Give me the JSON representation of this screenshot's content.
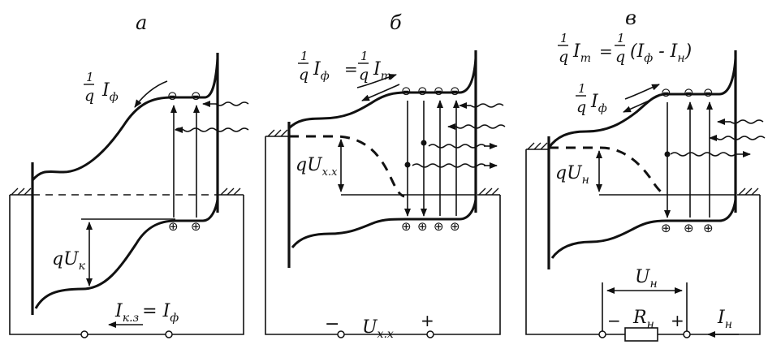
{
  "panels": [
    {
      "letter": "а",
      "photocurrent": {
        "prefix": "1",
        "q": "q",
        "text": "I",
        "sub": "ф"
      },
      "barrier": {
        "text": "qU",
        "sub": "к"
      },
      "circuit": {
        "text": "I",
        "sub": "к.з",
        "eq": "= I",
        "sub2": "ф"
      }
    },
    {
      "letter": "б",
      "top": {
        "a": "1",
        "q1": "q",
        "i1": "I",
        "s1": "ф",
        "eq": "=",
        "b": "1",
        "q2": "q",
        "i2": "I",
        "s2": "т"
      },
      "barrier": {
        "text": "qU",
        "sub": "х.х"
      },
      "circuit": {
        "minus": "−",
        "u": "U",
        "sub": "х.х",
        "plus": "+"
      }
    },
    {
      "letter": "в",
      "top": {
        "a": "1",
        "q1": "q",
        "i1": "I",
        "s1": "т",
        "eq": "=",
        "b": "1",
        "q2": "q",
        "expr": "(I",
        "s2": "ф",
        "minus": " - I",
        "s3": "н",
        "close": ")"
      },
      "photocurrent": {
        "a": "1",
        "q": "q",
        "i": "I",
        "s": "ф"
      },
      "barrier": {
        "text": "qU",
        "sub": "н"
      },
      "load": {
        "u": "U",
        "usub": "н",
        "r": "R",
        "rsub": "н",
        "minus": "−",
        "plus": "+",
        "i": "I",
        "isub": "н"
      }
    }
  ],
  "symbols": {
    "electron": "⊖",
    "hole": "⊕"
  }
}
